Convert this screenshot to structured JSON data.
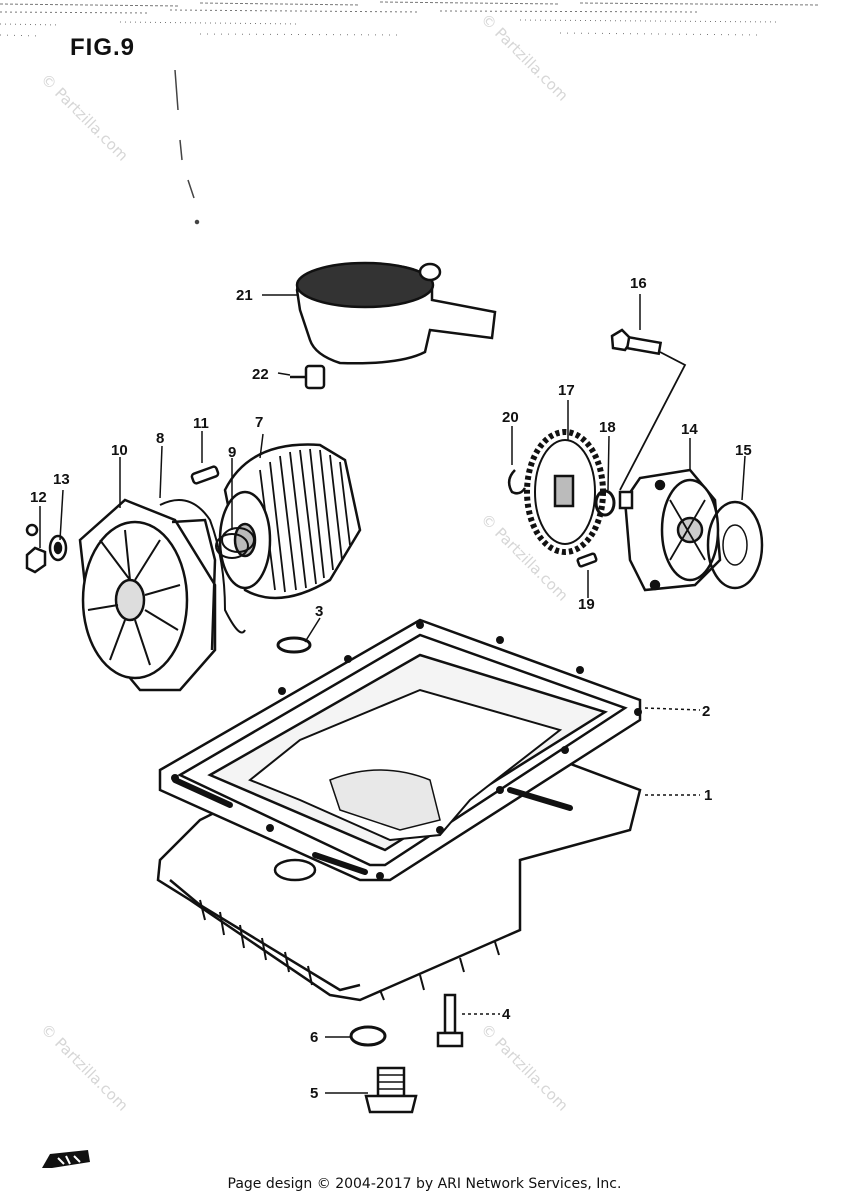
{
  "figure_title": "FIG.9",
  "callouts": [
    "1",
    "2",
    "3",
    "4",
    "5",
    "6",
    "7",
    "8",
    "9",
    "10",
    "11",
    "12",
    "13",
    "14",
    "15",
    "16",
    "17",
    "18",
    "19",
    "20",
    "21",
    "22"
  ],
  "watermark": "© Partzilla.com",
  "footer": "Page design © 2004-2017 by ARI Network Services, Inc.",
  "icons": [
    "forward-arrow-icon"
  ]
}
